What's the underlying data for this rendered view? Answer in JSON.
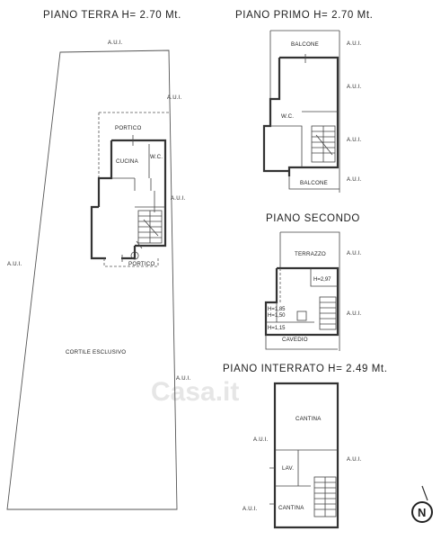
{
  "levels": {
    "ground": {
      "title": "PIANO  TERRA  H=  2.70  Mt."
    },
    "first": {
      "title": "PIANO  PRIMO  H=  2.70  Mt."
    },
    "second": {
      "title": "PIANO  SECONDO"
    },
    "basement": {
      "title": "PIANO  INTERRATO  H=  2.49  Mt."
    }
  },
  "neighbor_label": "A.U.I.",
  "rooms": {
    "portico": "PORTICO",
    "cucina": "CUCINA",
    "wc": "W.C.",
    "cortile": "CORTILE ESCLUSIVO",
    "balcone": "BALCONE",
    "terrazzo": "TERRAZZO",
    "cavedio": "CAVEDIO",
    "cantina": "CANTINA",
    "lav": "LAV."
  },
  "heights": {
    "h297": "H=2,97",
    "h185": "H=1,85",
    "h150": "H=1,50",
    "h115": "H=1,15"
  },
  "watermark": "Casa.it",
  "compass": {
    "letter": "N"
  }
}
